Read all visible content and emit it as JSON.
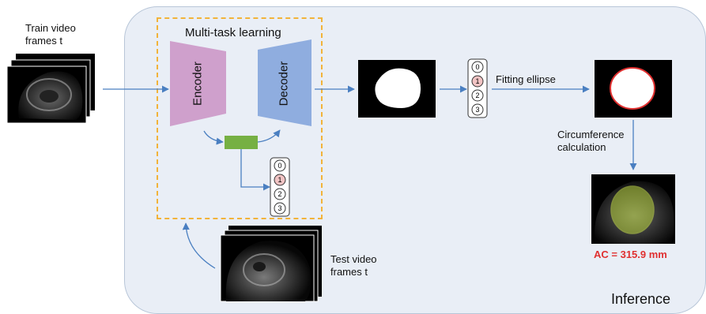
{
  "train_label": "Train video\nframes t",
  "test_label": "Test video\nframes t",
  "multitask_title": "Multi-task learning",
  "encoder_label": "Encoder",
  "decoder_label": "Decoder",
  "fitting_label": "Fitting ellipse",
  "circumference_label": "Circumference\ncalculation",
  "result_label": "AC = 315.9 mm",
  "inference_label": "Inference",
  "classes": [
    "0",
    "1",
    "2",
    "3"
  ],
  "highlighted_class": "1",
  "colors": {
    "encoder": "#cfa0cc",
    "decoder": "#8faddf",
    "bottleneck": "#76b043",
    "arrow": "#4a7fc1",
    "dashed_box": "#f2b33a",
    "panel": "#e9eef6",
    "ellipse": "#e03030",
    "result_text": "#e03030",
    "highlight_class": "#f2c4c4",
    "overlay": "#b7d23c"
  }
}
